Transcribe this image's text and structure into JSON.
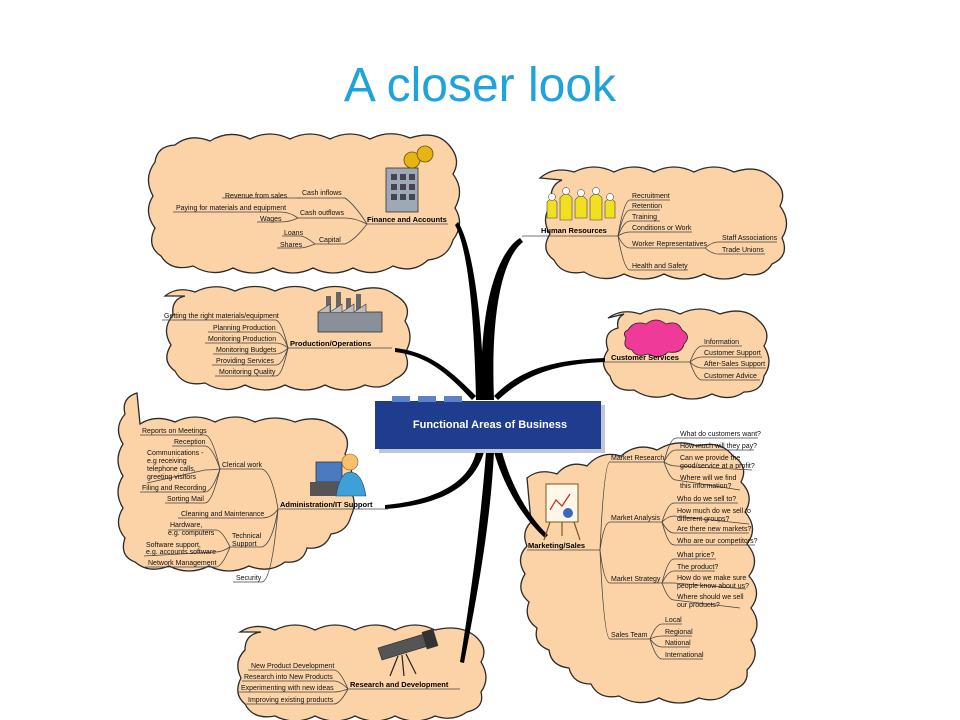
{
  "title": "A closer look",
  "center": "Functional Areas of Business",
  "finance": {
    "label": "Finance and Accounts",
    "cash_inflows": "Cash inflows",
    "revenue": "Revenue from sales",
    "cash_outflows": "Cash outflows",
    "paying": "Paying for materials and equipment",
    "wages": "Wages",
    "capital": "Capital",
    "loans": "Loans",
    "shares": "Shares"
  },
  "production": {
    "label": "Production/Operations",
    "items": [
      "Getting the right materials/equipment",
      "Planning Production",
      "Monitoring Production",
      "Monitoring Budgets",
      "Providing Services",
      "Monitoring Quality"
    ]
  },
  "admin": {
    "label": "Administration/IT Support",
    "clerical": "Clerical work",
    "clerical_items": [
      "Reports on Meetings",
      "Reception",
      "Communications -",
      "e.g receiving",
      "telephone calls,",
      "greeting visitors",
      "Filing and Recording",
      "Sorting Mail"
    ],
    "cleaning": "Cleaning and Maintenance",
    "technical": "Technical",
    "support": "Support",
    "tech_items": [
      "Hardware,",
      "e.g. computers",
      "Software support,",
      "e.g. accounts software",
      "Network Management"
    ],
    "security": "Security"
  },
  "research": {
    "label": "Research and Development",
    "items": [
      "New Product Development",
      "Research into New Products",
      "Experimenting with new ideas",
      "Improving existing products"
    ]
  },
  "hr": {
    "label": "Human Resources",
    "items": [
      "Recruitment",
      "Retention",
      "Training",
      "Conditions or Work",
      "Worker Representatives",
      "Health and Safety"
    ],
    "rep_items": [
      "Staff Associations",
      "Trade Unions"
    ]
  },
  "customer": {
    "label": "Customer Services",
    "items": [
      "Information",
      "Customer Support",
      "After-Sales Support",
      "Customer Advice"
    ]
  },
  "marketing": {
    "label": "Marketing/Sales",
    "research": "Market Research",
    "research_items": [
      "What do customers want?",
      "How much will they pay?",
      "Can we provide the",
      "good/service at a profit?",
      "Where will we find",
      "this information?"
    ],
    "analysis": "Market Analysis",
    "analysis_items": [
      "Who do we sell to?",
      "How much do we sell to",
      "different groups?",
      "Are there new markets?",
      "Who are our competitors?"
    ],
    "strategy": "Market Strategy",
    "strategy_items": [
      "What price?",
      "The product?",
      "How do we make sure",
      "people know about us?",
      "Where should we sell",
      "our products?"
    ],
    "team": "Sales Team",
    "team_items": [
      "Local",
      "Regional",
      "National",
      "International"
    ]
  },
  "colors": {
    "title": "#1fa3dc",
    "cloud": "#fbd3a7",
    "center_box": "#1f3c8f"
  }
}
